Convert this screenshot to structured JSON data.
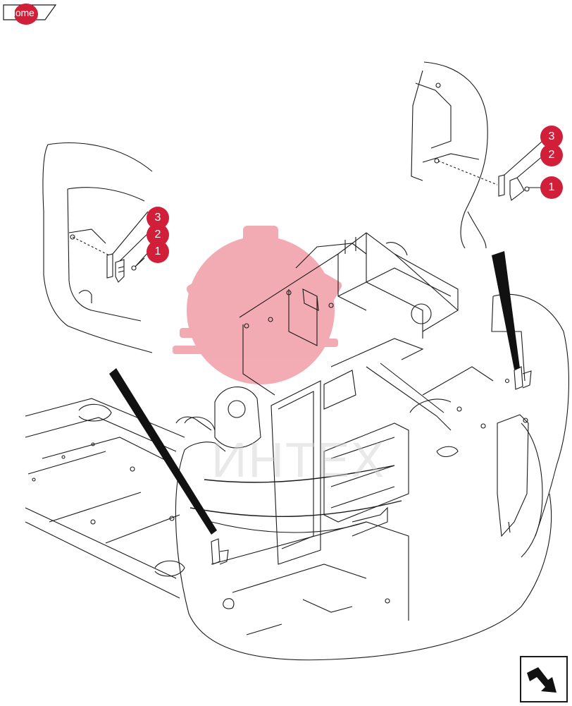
{
  "nav": {
    "home_label": "Home"
  },
  "callouts": {
    "left": [
      "3",
      "2",
      "1"
    ],
    "right": [
      "3",
      "2",
      "1"
    ]
  },
  "watermark": {
    "text": "ИНТЕХ"
  },
  "colors": {
    "callout": "#d11f3a",
    "watermark": "#e85a6a",
    "line": "#1a1a1a"
  },
  "icons": {
    "home": "home-tab-icon",
    "next": "next-page-arrow-icon"
  }
}
